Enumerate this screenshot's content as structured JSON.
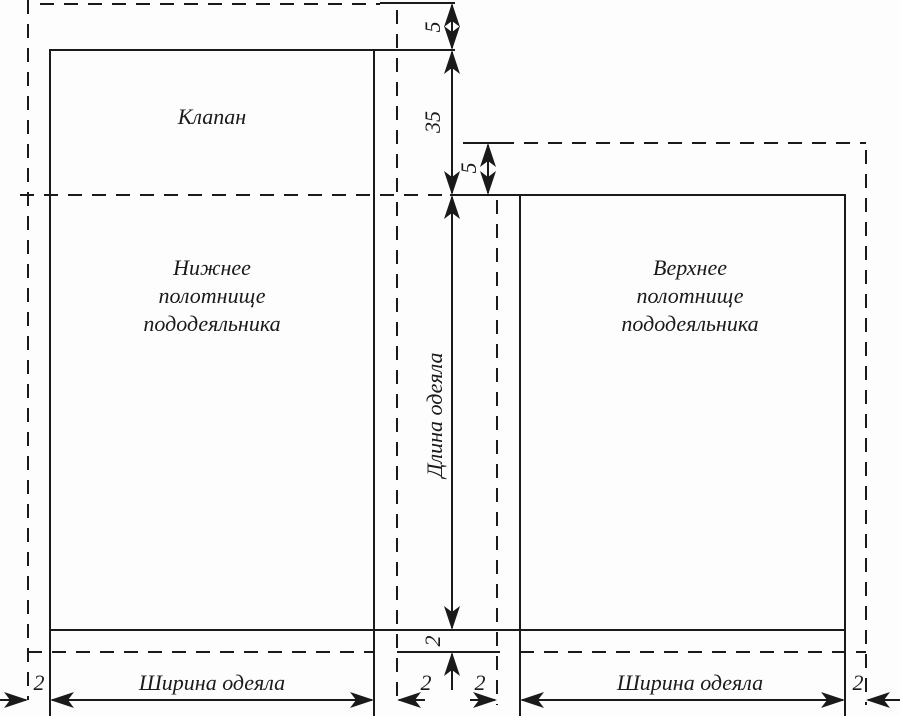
{
  "labels": {
    "flap": "Клапан",
    "lower_sheet": [
      "Нижнее",
      "полотнище",
      "пододеяльника"
    ],
    "upper_sheet": [
      "Верхнее",
      "полотнище",
      "пододеяльника"
    ],
    "blanket_length": "Длина одеяла",
    "blanket_width_left": "Ширина одеяла",
    "blanket_width_right": "Ширина одеяла"
  },
  "dimensions": {
    "top_allowance": "5",
    "flap_height": "35",
    "upper_top_allowance": "5",
    "bottom_allowance": "2",
    "left_side": "2",
    "mid_left": "2",
    "mid_right": "2",
    "right_side": "2"
  }
}
